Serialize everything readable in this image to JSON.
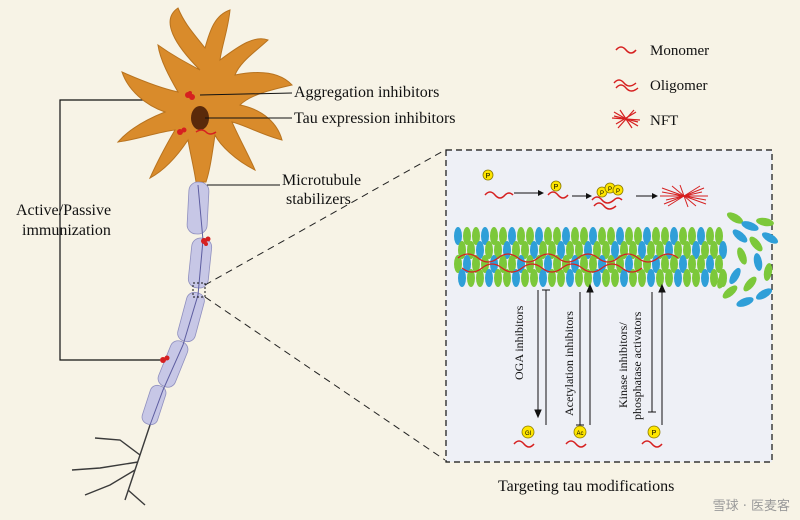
{
  "labels": {
    "aggregation_inhibitors": "Aggregation inhibitors",
    "tau_expression_inhibitors": "Tau expression inhibitors",
    "microtubule_stabilizers_line1": "Microtubule",
    "microtubule_stabilizers_line2": "stabilizers",
    "immunization_line1": "Active/Passive",
    "immunization_line2": "immunization",
    "oga_inhibitors": "OGA inhibitors",
    "acetylation_inhibitors": "Acetylation inhibitors",
    "kinase_inhibitors_line1": "Kinase inhibitors/",
    "kinase_inhibitors_line2": "phosphatase activators",
    "caption": "Targeting tau modifications"
  },
  "legend": [
    {
      "label": "Monomer",
      "icon": "monomer-icon"
    },
    {
      "label": "Oligomer",
      "icon": "oligomer-icon"
    },
    {
      "label": "NFT",
      "icon": "nft-icon"
    }
  ],
  "badges": {
    "phospho": "P",
    "acetyl": "Ac",
    "glyco": "Gl"
  },
  "watermark": "雪球 · 医麦客",
  "colors": {
    "background": "#f7f3e6",
    "neuron_body": "#d98b2b",
    "axon": "#c7c7e6",
    "tau_red": "#d62020",
    "mt_green": "#7cc83a",
    "mt_blue": "#2f9fd8",
    "inset_bg": "#eef0f6",
    "badge_yellow": "#ffe600"
  }
}
